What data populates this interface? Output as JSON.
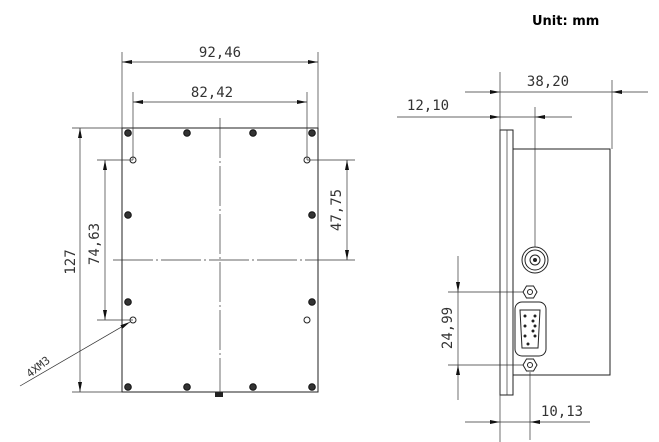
{
  "unit_label": "Unit: mm",
  "front_view": {
    "width_outer": "92,46",
    "width_holes": "82,42",
    "height_total": "127",
    "height_holes": "74,63",
    "hole_to_center": "47,75",
    "thread_callout": "4XM3"
  },
  "side_view": {
    "depth_total": "38,20",
    "bnc_offset": "12,10",
    "db9_spacing": "24,99",
    "db9_offset": "10,13"
  }
}
